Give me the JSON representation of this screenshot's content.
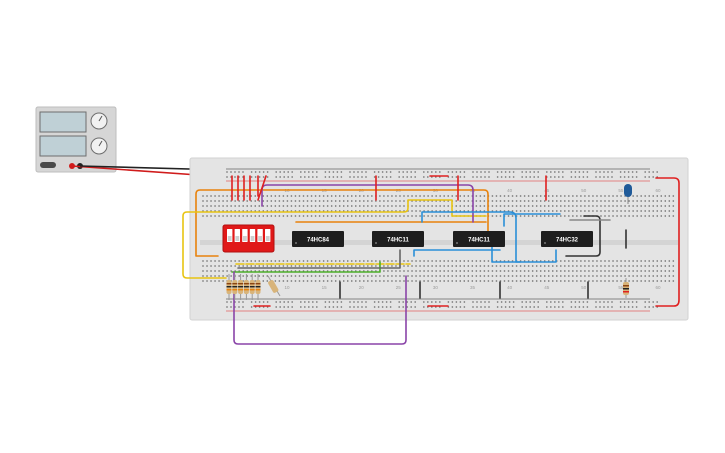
{
  "chips": [
    {
      "label": "74HC84"
    },
    {
      "label": "74HC11"
    },
    {
      "label": "74HC11"
    },
    {
      "label": "74HC32"
    }
  ],
  "column_numbers": [
    "10",
    "15",
    "20",
    "25",
    "30",
    "35",
    "40",
    "45",
    "50",
    "55",
    "60"
  ],
  "colors": {
    "breadboard": "#e4e4e4",
    "power_rail_red": "#e02020",
    "power_rail_black": "#222222",
    "dip_switch": "#e01818",
    "chip": "#1e1e1e",
    "led": "#1f5a99",
    "wire_orange": "#e8820c",
    "wire_yellow": "#e8c412",
    "wire_purple": "#8a44a8",
    "wire_blue": "#2a8fd8",
    "wire_green": "#4caf2a",
    "wire_gray": "#666666"
  },
  "icons": {
    "power_supply": "power-supply-icon",
    "knob": "knob-icon",
    "led": "led-icon",
    "resistor": "resistor-icon"
  }
}
